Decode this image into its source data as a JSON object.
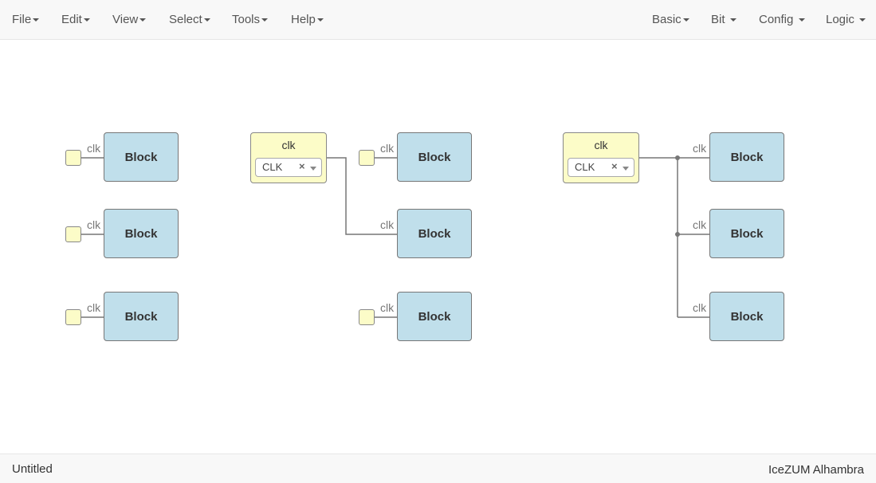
{
  "menubar": {
    "left": [
      {
        "label": "File"
      },
      {
        "label": "Edit"
      },
      {
        "label": "View"
      },
      {
        "label": "Select"
      },
      {
        "label": "Tools"
      },
      {
        "label": "Help"
      }
    ],
    "right": [
      {
        "label": "Basic"
      },
      {
        "label": "Bit"
      },
      {
        "label": "Config"
      },
      {
        "label": "Logic"
      }
    ]
  },
  "canvas": {
    "block_label": "Block",
    "port_label": "clk",
    "clock_inputs": [
      {
        "title": "clk",
        "selected": "CLK",
        "clear_icon": "×"
      },
      {
        "title": "clk",
        "selected": "CLK",
        "clear_icon": "×"
      }
    ]
  },
  "wire_color": "#777777",
  "footer": {
    "project_name": "Untitled",
    "board_name": "IceZUM Alhambra"
  }
}
